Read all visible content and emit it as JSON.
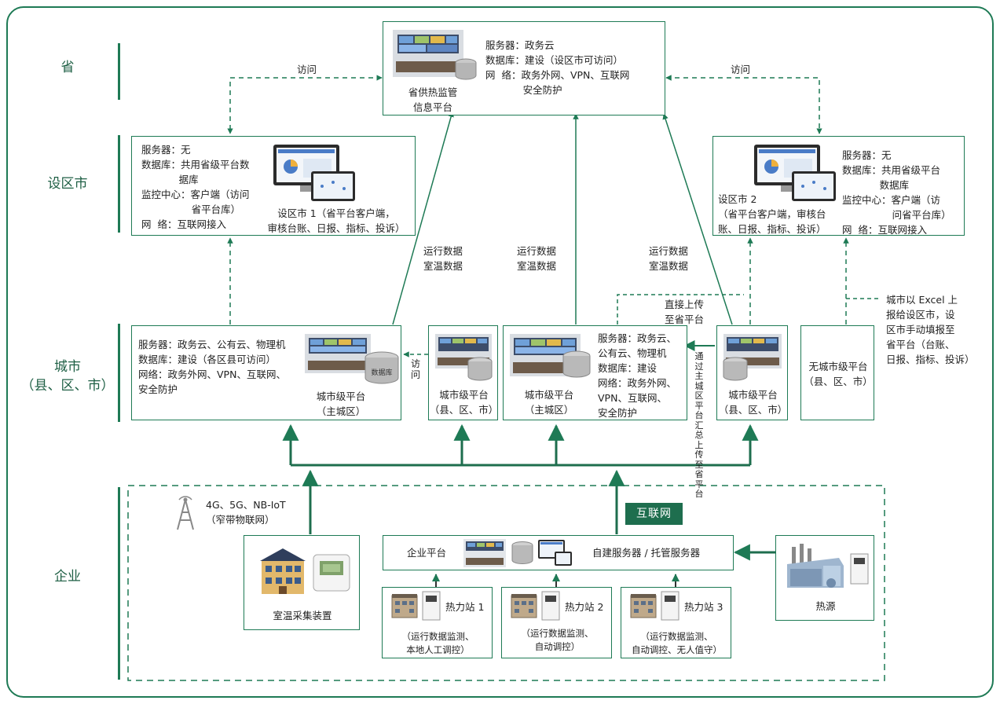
{
  "levels": {
    "province": "省",
    "prefecture": "设区市",
    "city_line1": "城市",
    "city_line2": "（县、区、市）",
    "enterprise": "企业"
  },
  "province_platform": {
    "name": "省供热监管\n信息平台",
    "details": "服务器：政务云\n数据库：建设（设区市可访问）\n网  络：政务外网、VPN、互联网\n            安全防护"
  },
  "pref1": {
    "details": "服务器：无\n数据库：共用省级平台数\n            据库\n监控中心：客户端（访问\n                省平台库）\n网  络：互联网接入",
    "caption": "设区市 1（省平台客户端，\n审核台账、日报、指标、投诉）"
  },
  "pref2": {
    "caption": "设区市 2\n（省平台客户端，审核台\n账、日报、指标、投诉）",
    "details": "服务器：无\n数据库：共用省级平台\n            数据库\n监控中心：客户端（访\n                问省平台库）\n网  络：互联网接入"
  },
  "city_main_a": {
    "details": "服务器：政务云、公有云、物理机\n数据库：建设（各区县可访问）\n网络：政务外网、VPN、互联网、\n安全防护",
    "caption": "城市级平台\n（主城区）"
  },
  "city_county": {
    "caption": "城市级平台\n（县、区、市）"
  },
  "city_main_b": {
    "caption": "城市级平台\n（主城区）",
    "details": "服务器：政务云、\n公有云、物理机\n数据库：建设\n网络：政务外网、\nVPN、互联网、\n安全防护"
  },
  "city_county_b": {
    "caption": "城市级平台\n（县、区、市）"
  },
  "no_city": {
    "caption": "无城市级平台\n（县、区、市）"
  },
  "db_label": "数据库",
  "labels": {
    "visit_left": "访问",
    "visit_right": "访问",
    "visit_vertical": "访问",
    "data1": "运行数据\n室温数据",
    "data2": "运行数据\n室温数据",
    "data3": "运行数据\n室温数据",
    "direct_upload": "直接上传\n至省平台",
    "via_main": "通过主城区平台汇总上传至省平台",
    "excel_note": "城市以 Excel 上\n报给设区市，设\n区市手动填报至\n省平台（台账、\n日报、指标、投诉）",
    "network_types": "4G、5G、NB-IoT\n（窄带物联网）",
    "internet": "互联网"
  },
  "enterprise": {
    "platform_label": "企业平台",
    "server_label": "自建服务器 / 托管服务器",
    "sensor_label": "室温采集装置",
    "heat_source": "热源",
    "stations": [
      {
        "name": "热力站 1",
        "desc": "（运行数据监测、\n本地人工调控）"
      },
      {
        "name": "热力站 2",
        "desc": "（运行数据监测、\n自动调控）"
      },
      {
        "name": "热力站 3",
        "desc": "（运行数据监测、\n自动调控、无人值守）"
      }
    ]
  },
  "colors": {
    "accent": "#1e7a55",
    "dark_green": "#1e6e4e"
  },
  "icons": [
    "control-room-icon",
    "database-icon",
    "monitor-icon",
    "building-icon",
    "thermometer-device-icon",
    "signal-tower-icon",
    "factory-icon",
    "cabinet-icon"
  ]
}
